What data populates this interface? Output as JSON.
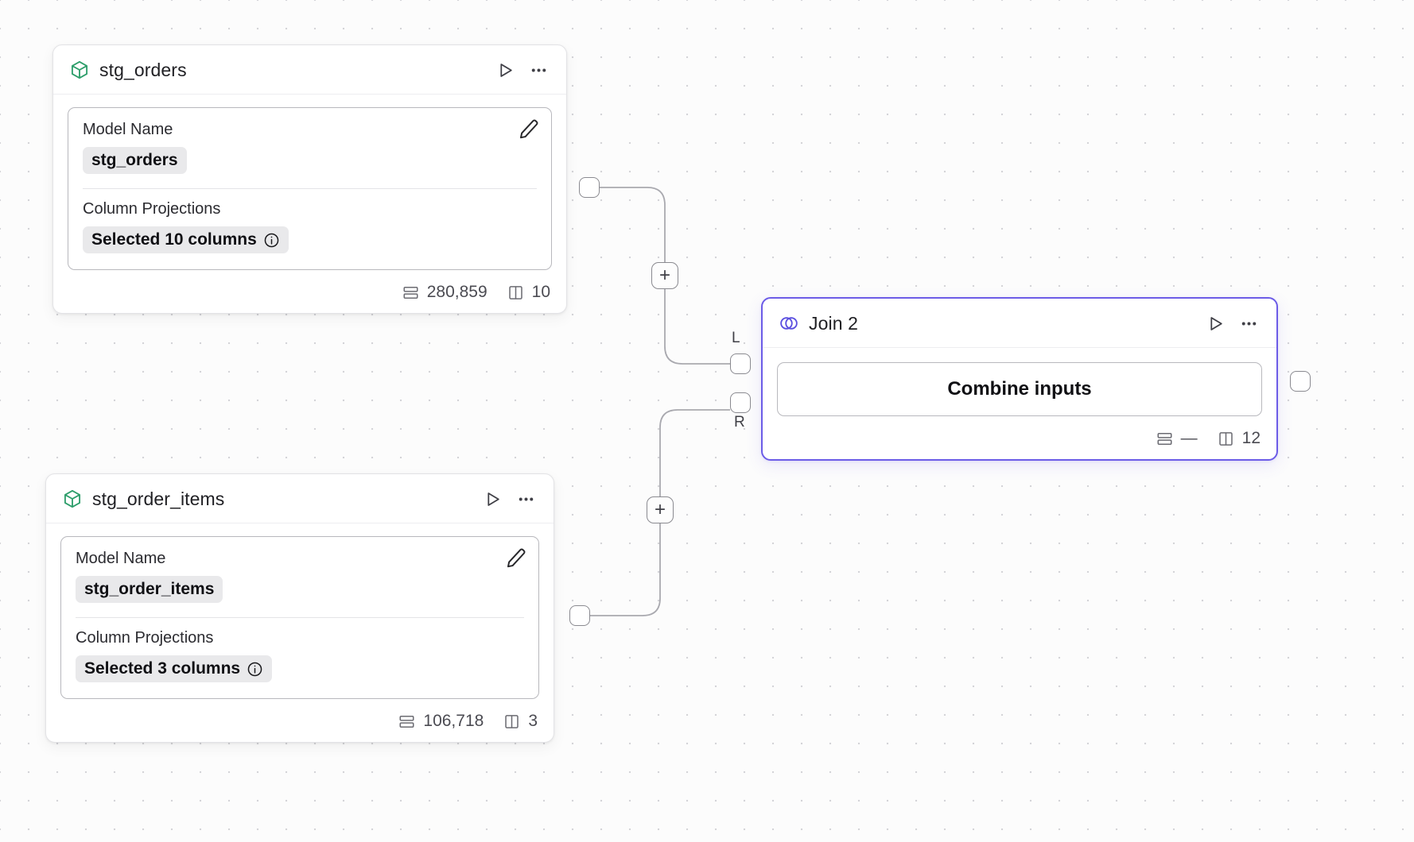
{
  "canvas": {
    "background_color": "#fcfcfc",
    "grid_dot_color": "#d4d4d8"
  },
  "nodes": [
    {
      "id": "stg_orders",
      "title": "stg_orders",
      "icon": "cube-icon",
      "icon_color": "#2e9e6b",
      "selected": false,
      "run_label": "▷",
      "menu_label": "•••",
      "fields": [
        {
          "label": "Model Name",
          "value": "stg_orders",
          "has_info": false
        },
        {
          "label": "Column Projections",
          "value": "Selected 10 columns",
          "has_info": true
        }
      ],
      "footer": {
        "rows": "280,859",
        "columns": "10"
      }
    },
    {
      "id": "stg_order_items",
      "title": "stg_order_items",
      "icon": "cube-icon",
      "icon_color": "#2e9e6b",
      "selected": false,
      "run_label": "▷",
      "menu_label": "•••",
      "fields": [
        {
          "label": "Model Name",
          "value": "stg_order_items",
          "has_info": false
        },
        {
          "label": "Column Projections",
          "value": "Selected 3 columns",
          "has_info": true
        }
      ],
      "footer": {
        "rows": "106,718",
        "columns": "3"
      }
    },
    {
      "id": "join_2",
      "title": "Join 2",
      "icon": "venn-join-icon",
      "icon_color": "#5b4fe0",
      "selected": true,
      "accent_color": "#6c5ce7",
      "run_label": "▷",
      "menu_label": "•••",
      "combine_button_label": "Combine inputs",
      "input_ports": [
        {
          "key": "L",
          "label": "L"
        },
        {
          "key": "R",
          "label": "R"
        }
      ],
      "footer": {
        "rows": "—",
        "columns": "12"
      }
    }
  ],
  "edge_buttons": [
    {
      "id": "add-node-upper",
      "label": "+"
    },
    {
      "id": "add-node-lower",
      "label": "+"
    }
  ],
  "icons": {
    "rows": "rows-icon",
    "columns": "columns-icon",
    "info": "info-icon",
    "edit": "pencil-icon",
    "run": "play-icon",
    "menu": "more-options-icon"
  }
}
